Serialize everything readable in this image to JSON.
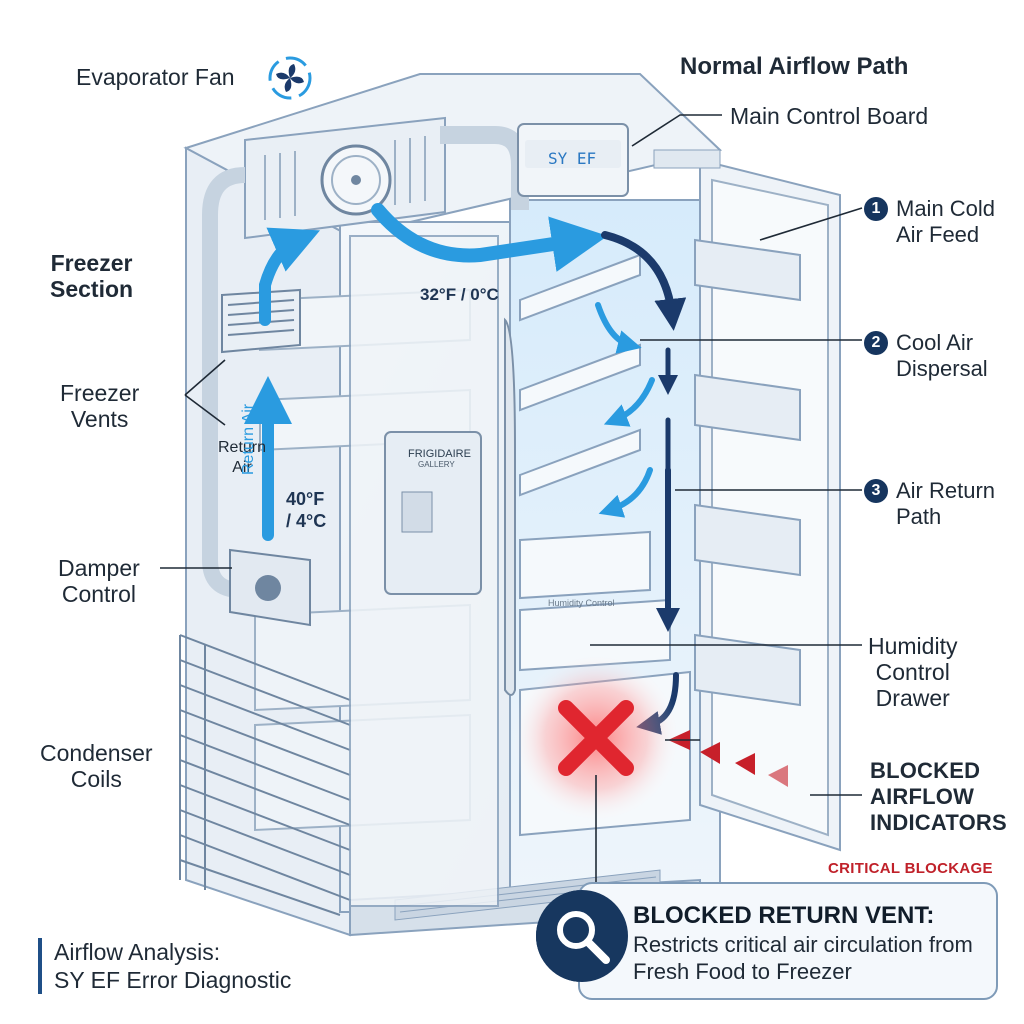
{
  "title": "Normal Airflow Path",
  "labels": {
    "evaporator_fan": "Evaporator Fan",
    "main_control_board": "Main Control Board",
    "freezer_section": "Freezer\nSection",
    "freezer_vents": "Freezer\nVents",
    "return_air": "Return\nAir",
    "return_air_vertical": "Return Air",
    "damper_control": "Damper\nControl",
    "condenser_coils": "Condenser\nCoils",
    "humidity_control_drawer": "Humidity\nControl\nDrawer",
    "blocked_airflow_indicators": "BLOCKED\nAIRFLOW\nINDICATORS",
    "critical_blockage": "CRITICAL BLOCKAGE"
  },
  "temperatures": {
    "top": "32°F / 0°C",
    "freezer": "40°F\n/ 4°C"
  },
  "display": {
    "code": "SY EF",
    "brand": "FRIGIDAIRE",
    "brand_sub": "GALLERY",
    "drawer_label": "Humidity Control"
  },
  "steps": [
    {
      "num": "1",
      "text": "Main Cold\nAir Feed"
    },
    {
      "num": "2",
      "text": "Cool Air\nDispersal"
    },
    {
      "num": "3",
      "text": "Air Return\nPath"
    }
  ],
  "callout": {
    "title": "BLOCKED RETURN VENT:",
    "body": "Restricts critical air circulation from Fresh Food to Freezer"
  },
  "caption": {
    "line1": "Airflow Analysis:",
    "line2": "SY EF Error Diagnostic"
  },
  "icons": {
    "fan": "fan-icon",
    "search": "magnifier-icon",
    "blocked": "x-mark-icon"
  },
  "colors": {
    "airflow_blue": "#2a9be0",
    "return_navy": "#1b3a6b",
    "blocked_red": "#e0262f",
    "outline": "#8aa2bd"
  }
}
